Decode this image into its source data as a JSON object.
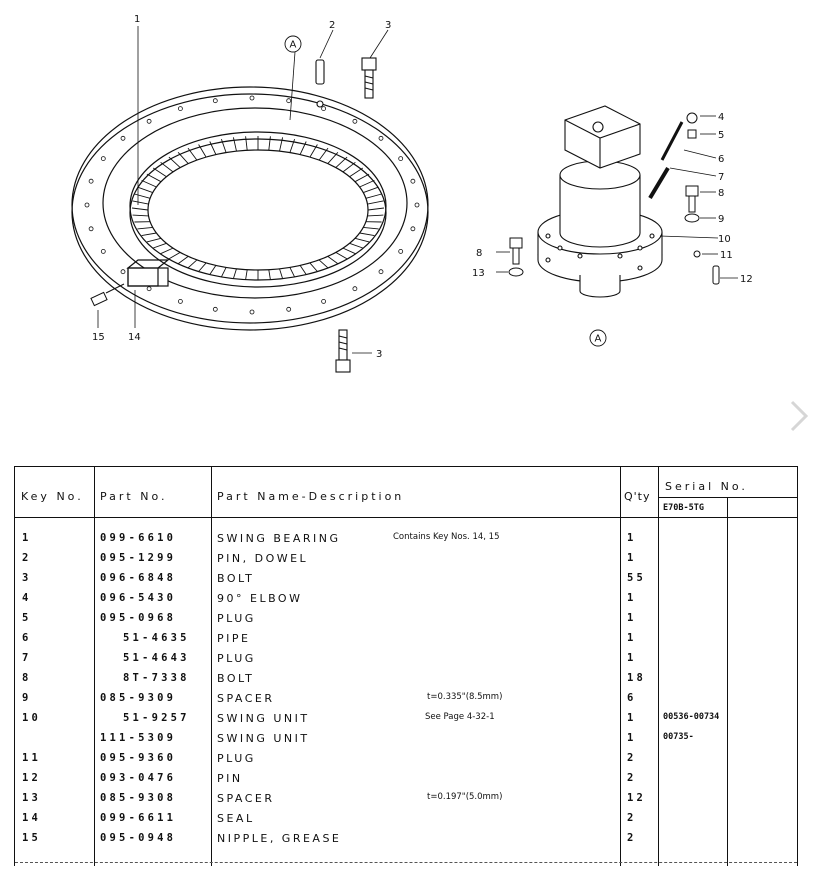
{
  "callouts": {
    "c1": "1",
    "c2": "2",
    "c3a": "3",
    "c3b": "3",
    "c4": "4",
    "c5": "5",
    "c6": "6",
    "c7": "7",
    "c8a": "8",
    "c8b": "8",
    "c9": "9",
    "c10": "10",
    "c11": "11",
    "c12": "12",
    "c13": "13",
    "c14": "14",
    "c15": "15",
    "detailA1": "A",
    "detailA2": "A"
  },
  "table": {
    "headers": {
      "key_no": "Key No.",
      "part_no": "Part No.",
      "description": "Part Name-Description",
      "qty": "Q'ty",
      "serial_no": "Serial No.",
      "serial_model": "E70B-5TG"
    },
    "rows": [
      {
        "key": "1",
        "part": "099-6610",
        "desc": "SWING BEARING",
        "note": "Contains Key Nos. 14, 15",
        "qty": "1",
        "serial": ""
      },
      {
        "key": "2",
        "part": "095-1299",
        "desc": "PIN, DOWEL",
        "note": "",
        "qty": "1",
        "serial": ""
      },
      {
        "key": "3",
        "part": "096-6848",
        "desc": "BOLT",
        "note": "",
        "qty": "55",
        "serial": ""
      },
      {
        "key": "4",
        "part": "096-5430",
        "desc": "90° ELBOW",
        "note": "",
        "qty": "1",
        "serial": ""
      },
      {
        "key": "5",
        "part": "095-0968",
        "desc": "PLUG",
        "note": "",
        "qty": "1",
        "serial": ""
      },
      {
        "key": "6",
        "part": "51-4635",
        "desc": "PIPE",
        "note": "",
        "qty": "1",
        "serial": ""
      },
      {
        "key": "7",
        "part": "51-4643",
        "desc": "PLUG",
        "note": "",
        "qty": "1",
        "serial": ""
      },
      {
        "key": "8",
        "part": "8T-7338",
        "desc": "BOLT",
        "note": "",
        "qty": "18",
        "serial": ""
      },
      {
        "key": "9",
        "part": "085-9309",
        "desc": "SPACER",
        "note": "t=0.335\"(8.5mm)",
        "qty": "6",
        "serial": ""
      },
      {
        "key": "10",
        "part": "51-9257",
        "desc": "SWING UNIT",
        "note": "See Page 4-32-1",
        "qty": "1",
        "serial": "00536-00734"
      },
      {
        "key": "",
        "part": "111-5309",
        "desc": "SWING UNIT",
        "note": "",
        "qty": "1",
        "serial": "00735-"
      },
      {
        "key": "11",
        "part": "095-9360",
        "desc": "PLUG",
        "note": "",
        "qty": "2",
        "serial": ""
      },
      {
        "key": "12",
        "part": "093-0476",
        "desc": "PIN",
        "note": "",
        "qty": "2",
        "serial": ""
      },
      {
        "key": "13",
        "part": "085-9308",
        "desc": "SPACER",
        "note": "t=0.197\"(5.0mm)",
        "qty": "12",
        "serial": ""
      },
      {
        "key": "14",
        "part": "099-6611",
        "desc": "SEAL",
        "note": "",
        "qty": "2",
        "serial": ""
      },
      {
        "key": "15",
        "part": "095-0948",
        "desc": "NIPPLE, GREASE",
        "note": "",
        "qty": "2",
        "serial": ""
      }
    ]
  }
}
